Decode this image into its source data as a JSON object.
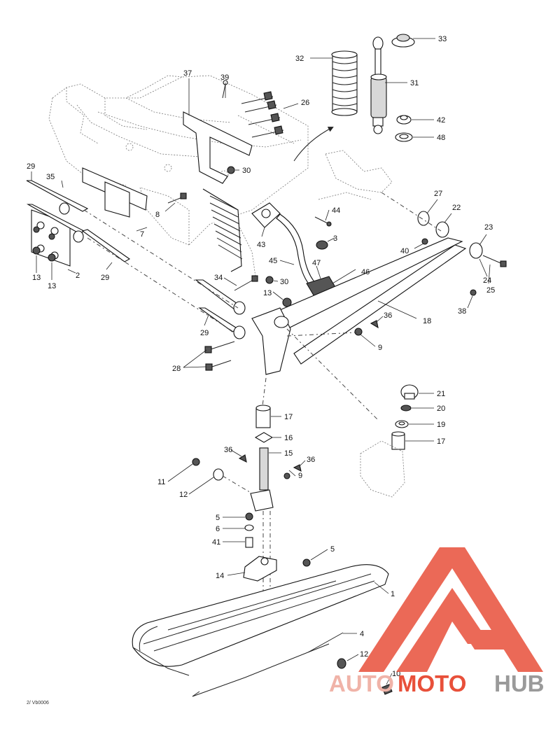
{
  "drawing_ref": "2/ Vb0006",
  "watermark": {
    "part1": "AUTO",
    "part2": "MOTO",
    "part3": "HUB",
    "color_light": "#f0b3a8",
    "color_red": "#e8503a",
    "color_gray": "#9a9a9a"
  },
  "callouts": [
    "33",
    "32",
    "31",
    "42",
    "48",
    "37",
    "39",
    "26",
    "30",
    "29",
    "35",
    "8",
    "7",
    "2",
    "13",
    "13",
    "29",
    "27",
    "22",
    "23",
    "44",
    "3",
    "43",
    "40",
    "24",
    "25",
    "38",
    "45",
    "47",
    "46",
    "34",
    "30",
    "13",
    "18",
    "36",
    "9",
    "29",
    "28",
    "21",
    "20",
    "19",
    "17",
    "17",
    "16",
    "15",
    "36",
    "9",
    "36",
    "11",
    "12",
    "5",
    "6",
    "41",
    "5",
    "14",
    "1",
    "4",
    "12",
    "10"
  ]
}
